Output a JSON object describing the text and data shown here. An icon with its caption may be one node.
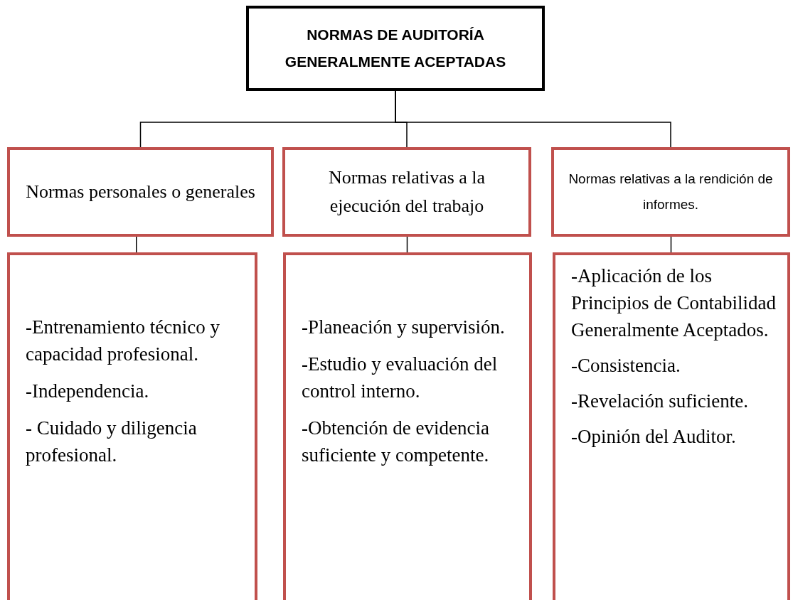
{
  "diagram": {
    "nodes": [
      {
        "text": [
          "NORMAS DE AUDITORÍA GENERALMENTE ACEPTADAS"
        ]
      },
      {
        "text": [
          "Normas personales o generales"
        ]
      },
      {
        "text": [
          "Normas relativas a la ejecución del trabajo"
        ]
      },
      {
        "text": [
          "Normas relativas a la rendición de informes."
        ]
      },
      {
        "text": [
          "-Entrenamiento técnico y capacidad profesional.",
          "-Independencia.",
          "- Cuidado y diligencia profesional."
        ]
      },
      {
        "text": [
          "-Planeación y supervisión.",
          "-Estudio y evaluación del control interno.",
          "-Obtención de evidencia suficiente y competente."
        ]
      },
      {
        "text": [
          "-Aplicación de los Principios de Contabilidad Generalmente Aceptados.",
          "-Consistencia.",
          "-Revelación suficiente.",
          "-Opinión del Auditor."
        ]
      }
    ],
    "edges": [
      {
        "from": 0,
        "to": 1,
        "arrow": "none"
      },
      {
        "from": 0,
        "to": 2,
        "arrow": "none"
      },
      {
        "from": 0,
        "to": 3,
        "arrow": "none"
      },
      {
        "from": 1,
        "to": 4,
        "arrow": "none"
      },
      {
        "from": 2,
        "to": 5,
        "arrow": "none"
      },
      {
        "from": 3,
        "to": 6,
        "arrow": "none"
      }
    ]
  }
}
